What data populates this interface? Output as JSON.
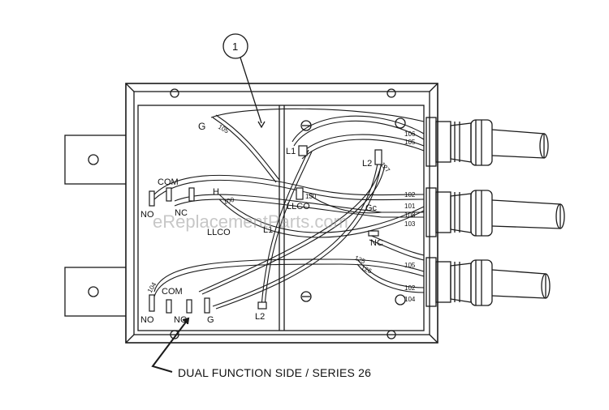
{
  "callout": {
    "number": "1"
  },
  "caption": "DUAL FUNCTION SIDE / SERIES 26",
  "watermark": "eReplacementParts.com",
  "terminal_labels": {
    "g_top": "G",
    "l1": "L1",
    "l2_top": "L2",
    "com_top": "COM",
    "no_top": "NO",
    "nc_top": "NC",
    "h": "H",
    "llco_left": "LLCO",
    "l1_lower": "L1",
    "llco_right": "LLCO",
    "gc": "Gc",
    "nc_right": "NC",
    "com_bottom": "COM",
    "no_bottom": "NO",
    "nc_bottom": "NC",
    "g_bottom": "G",
    "l2_bottom": "L2"
  },
  "wire_numbers": {
    "w105a": "105",
    "w106": "106",
    "w105b": "105",
    "w100": "100",
    "w130": "130",
    "w102a": "102",
    "w101": "101",
    "w108": "108",
    "w103": "103",
    "w125": "125",
    "w126": "126",
    "w127": "127",
    "w105c": "105",
    "w102b": "102",
    "w104": "104",
    "w104b": "104"
  }
}
